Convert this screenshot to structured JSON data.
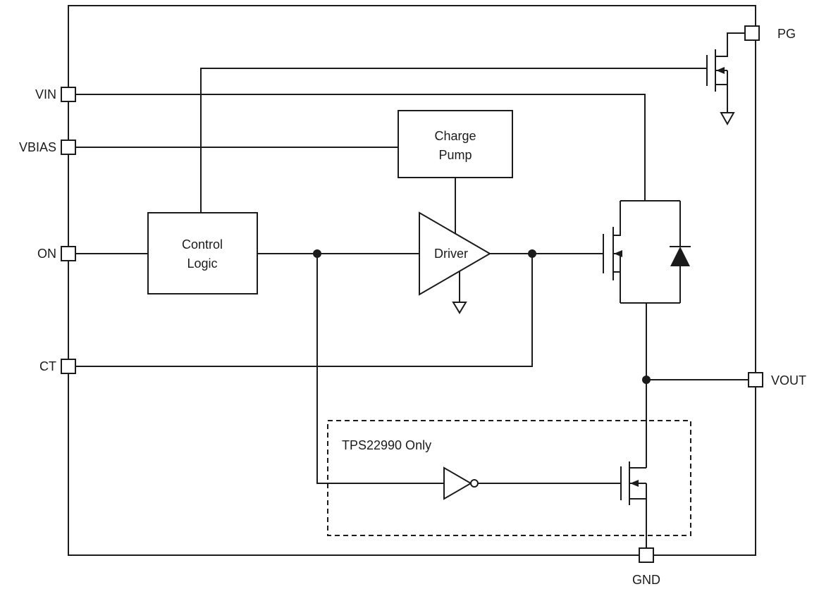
{
  "pins": {
    "vin": "VIN",
    "vbias": "VBIAS",
    "on": "ON",
    "ct": "CT",
    "pg": "PG",
    "vout": "VOUT",
    "gnd": "GND"
  },
  "blocks": {
    "charge_pump": {
      "line1": "Charge",
      "line2": "Pump"
    },
    "control_logic": {
      "line1": "Control",
      "line2": "Logic"
    },
    "driver": {
      "label": "Driver"
    },
    "tps22990_region": {
      "label": "TPS22990 Only"
    }
  },
  "colors": {
    "line": "#1b1b1b",
    "background": "#ffffff"
  }
}
